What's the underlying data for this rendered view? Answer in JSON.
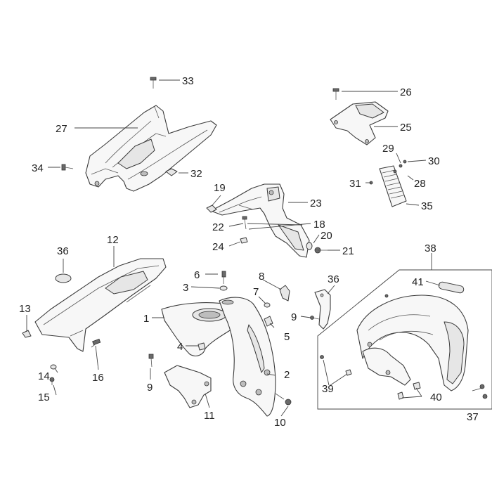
{
  "diagram": {
    "labels": [
      {
        "id": "l33",
        "text": "33"
      },
      {
        "id": "l26",
        "text": "26"
      },
      {
        "id": "l27",
        "text": "27"
      },
      {
        "id": "l25",
        "text": "25"
      },
      {
        "id": "l34",
        "text": "34"
      },
      {
        "id": "l32",
        "text": "32"
      },
      {
        "id": "l29",
        "text": "29"
      },
      {
        "id": "l30",
        "text": "30"
      },
      {
        "id": "l31",
        "text": "31"
      },
      {
        "id": "l28",
        "text": "28"
      },
      {
        "id": "l19",
        "text": "19"
      },
      {
        "id": "l23",
        "text": "23"
      },
      {
        "id": "l35",
        "text": "35"
      },
      {
        "id": "l22",
        "text": "22"
      },
      {
        "id": "l18",
        "text": "18"
      },
      {
        "id": "l20",
        "text": "20"
      },
      {
        "id": "l24",
        "text": "24"
      },
      {
        "id": "l21",
        "text": "21"
      },
      {
        "id": "l36a",
        "text": "36"
      },
      {
        "id": "l12",
        "text": "12"
      },
      {
        "id": "l38",
        "text": "38"
      },
      {
        "id": "l6",
        "text": "6"
      },
      {
        "id": "l8",
        "text": "8"
      },
      {
        "id": "l36b",
        "text": "36"
      },
      {
        "id": "l3",
        "text": "3"
      },
      {
        "id": "l41",
        "text": "41"
      },
      {
        "id": "l7",
        "text": "7"
      },
      {
        "id": "l13",
        "text": "13"
      },
      {
        "id": "l1",
        "text": "1"
      },
      {
        "id": "l9a",
        "text": "9"
      },
      {
        "id": "l5",
        "text": "5"
      },
      {
        "id": "l4",
        "text": "4"
      },
      {
        "id": "l16",
        "text": "16"
      },
      {
        "id": "l14",
        "text": "14"
      },
      {
        "id": "l2",
        "text": "2"
      },
      {
        "id": "l9b",
        "text": "9"
      },
      {
        "id": "l39",
        "text": "39"
      },
      {
        "id": "l15",
        "text": "15"
      },
      {
        "id": "l40",
        "text": "40"
      },
      {
        "id": "l11",
        "text": "11"
      },
      {
        "id": "l10",
        "text": "10"
      },
      {
        "id": "l37",
        "text": "37"
      }
    ]
  }
}
